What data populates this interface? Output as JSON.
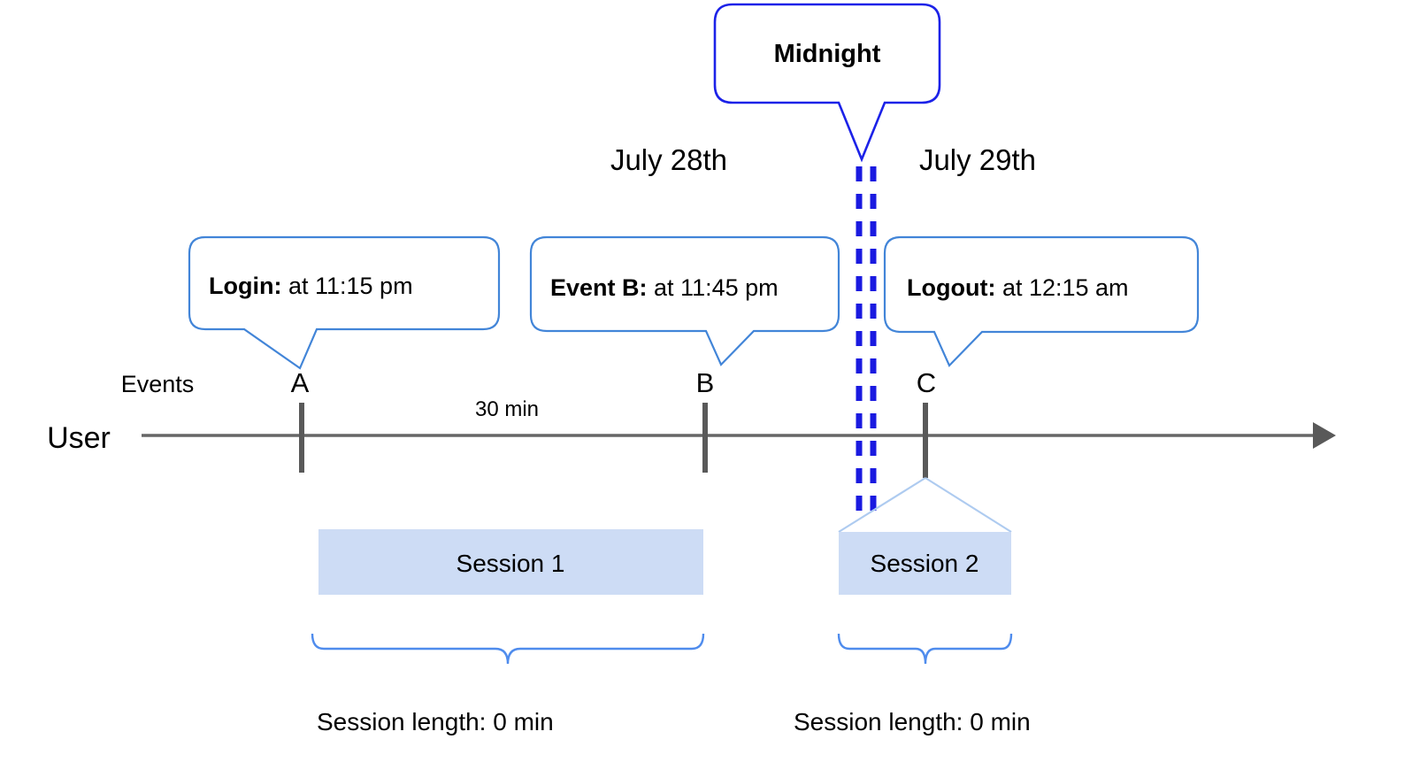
{
  "diagram": {
    "title_callout": {
      "label": "Midnight",
      "border_color": "#1c22e8"
    },
    "day_labels": [
      {
        "name": "day-left",
        "text": "July 28th"
      },
      {
        "name": "day-right",
        "text": "July 29th"
      }
    ],
    "axis": {
      "row_label": "User",
      "events_label": "Events",
      "line_color": "#666666",
      "tick_color": "#595959"
    },
    "events": [
      {
        "id": "A",
        "letter": "A",
        "callout_bold": "Login:",
        "callout_rest": " at 11:15 pm"
      },
      {
        "id": "B",
        "letter": "B",
        "callout_bold": "Event B:",
        "callout_rest": " at 11:45 pm"
      },
      {
        "id": "C",
        "letter": "C",
        "callout_bold": "Logout:",
        "callout_rest": " at 12:15 am"
      }
    ],
    "interval_label": "30 min",
    "sessions": [
      {
        "id": "session-1",
        "label": "Session 1",
        "length_label": "Session length: 0 min",
        "fill_color": "#cddcf5"
      },
      {
        "id": "session-2",
        "label": "Session 2",
        "length_label": "Session length: 0 min",
        "fill_color": "#cddcf5"
      }
    ],
    "colors": {
      "callout_border": "#4285d8",
      "midnight_border": "#1c22e8",
      "midnight_dash": "#1a1ae0",
      "brace": "#4f8ced",
      "funnel": "#aecbf0",
      "session_fill": "#cddcf5"
    }
  }
}
